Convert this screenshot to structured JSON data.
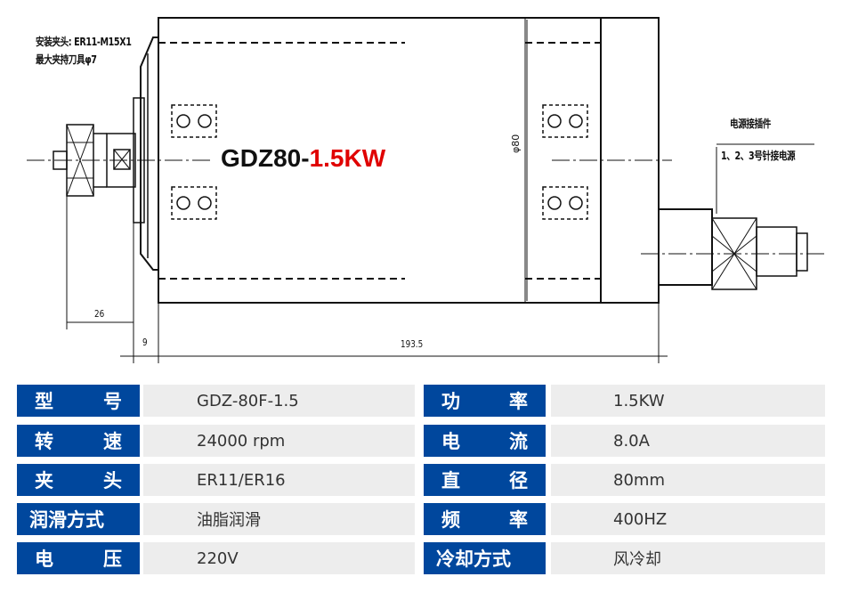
{
  "drawing": {
    "title_prefix": "GDZ80-",
    "title_power": "1.5KW",
    "note_collet": "安装夹头: ER11-M15X1",
    "note_max_tool": "最大夹持刀具φ7",
    "connector_label": "电源接插件",
    "connector_note": "1、2、3号针接电源",
    "dim_diameter": "φ80",
    "dim_26": "26",
    "dim_9": "9",
    "dim_193": "193.5"
  },
  "specs": {
    "left": [
      {
        "label": [
          "型",
          "号"
        ],
        "value": "GDZ-80F-1.5"
      },
      {
        "label": [
          "转",
          "速"
        ],
        "value": "24000 rpm"
      },
      {
        "label": [
          "夹",
          "头"
        ],
        "value": "ER11/ER16"
      },
      {
        "label": [
          "润滑方式"
        ],
        "value": "油脂润滑"
      },
      {
        "label": [
          "电",
          "压"
        ],
        "value": "220V"
      }
    ],
    "right": [
      {
        "label": [
          "功",
          "率"
        ],
        "value": "1.5KW"
      },
      {
        "label": [
          "电",
          "流"
        ],
        "value": "8.0A"
      },
      {
        "label": [
          "直",
          "径"
        ],
        "value": "80mm"
      },
      {
        "label": [
          "频",
          "率"
        ],
        "value": "400HZ"
      },
      {
        "label": [
          "冷却方式"
        ],
        "value": "风冷却"
      }
    ]
  },
  "colors": {
    "label_bg": "#00479d",
    "value_bg": "#ededed",
    "accent_red": "#e00000"
  }
}
